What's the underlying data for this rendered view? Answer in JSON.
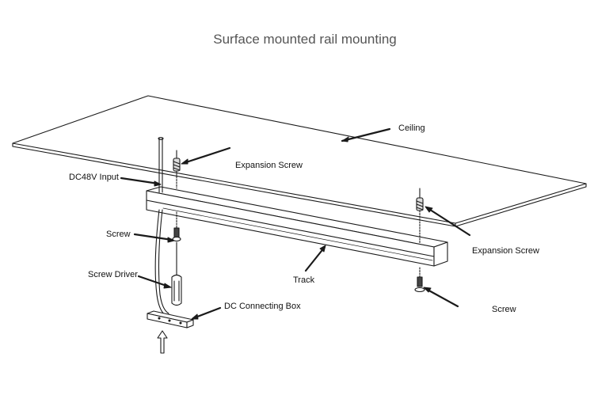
{
  "title": "Surface mounted rail mounting",
  "labels": {
    "ceiling": "Ceiling",
    "expansion_screw_left": "Expansion Screw",
    "dc48v_input": "DC48V Input",
    "screw_left": "Screw",
    "screw_driver": "Screw Driver",
    "track": "Track",
    "expansion_screw_right": "Expansion Screw",
    "screw_right": "Screw",
    "dc_connecting_box": "DC Connecting Box"
  },
  "colors": {
    "line": "#1a1a1a",
    "title": "#555555"
  }
}
